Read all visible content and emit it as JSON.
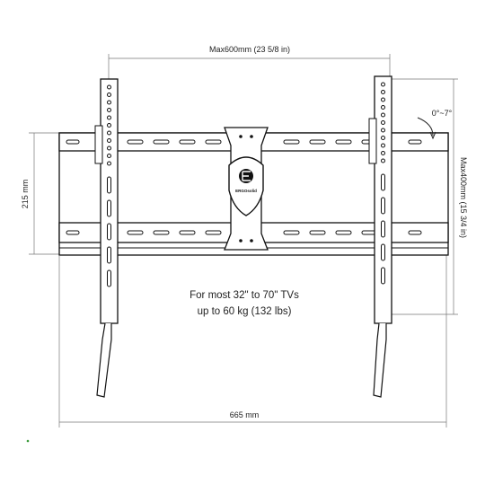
{
  "dimensions": {
    "top_width": "Max600mm (23 5/8 in)",
    "bottom_width": "665 mm",
    "left_height": "215 mm",
    "right_height": "Max400mm (15 3/4 in)",
    "tilt_range": "0°~7°"
  },
  "note": {
    "line1": "For most 32\" to 70\" TVs",
    "line2": "up to 60 kg (132 lbs)"
  },
  "brand": {
    "logo_text": "ERGOsolid"
  }
}
